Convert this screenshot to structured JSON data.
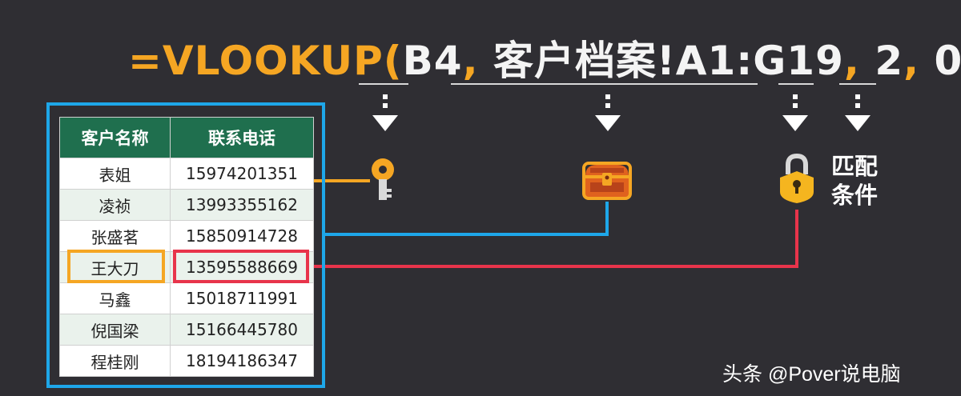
{
  "formula": {
    "prefix": "=VLOOKUP(",
    "arg1": "B4",
    "sep1": ",",
    "arg2": "客户档案!A1:G19",
    "sep2": ",",
    "arg3": "2",
    "sep3": ",",
    "arg4": "0",
    "close": ")"
  },
  "table": {
    "headers": [
      "客户名称",
      "联系电话"
    ],
    "rows": [
      [
        "表姐",
        "15974201351"
      ],
      [
        "凌祯",
        "13993355162"
      ],
      [
        "张盛茗",
        "15850914728"
      ],
      [
        "王大刀",
        "13595588669"
      ],
      [
        "马鑫",
        "15018711991"
      ],
      [
        "倪国梁",
        "15166445780"
      ],
      [
        "程桂刚",
        "18194186347"
      ]
    ]
  },
  "labels": {
    "condition": "匹配条件"
  },
  "watermark": "头条 @Pover说电脑",
  "colors": {
    "accent": "#f5a623",
    "range": "#1ea7e9",
    "result": "#e8344b",
    "header": "#1f6f4e",
    "background": "#2f2e33"
  },
  "icons": [
    "key-icon",
    "treasure-chest-icon",
    "padlock-icon"
  ]
}
